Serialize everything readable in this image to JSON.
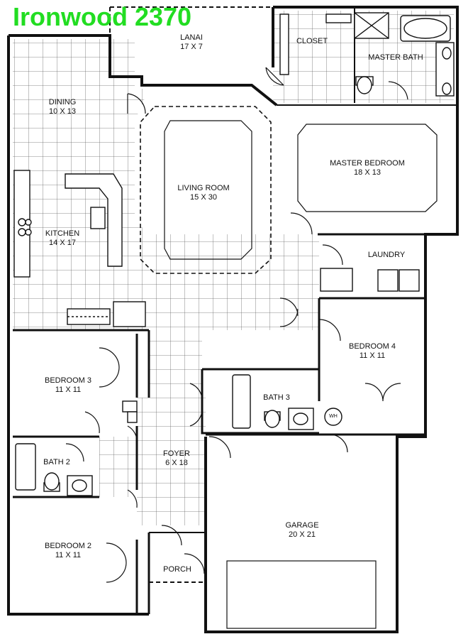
{
  "title": "Ironwood 2370",
  "colors": {
    "title": "#22dd22",
    "wall": "#111111",
    "fill": "#ffffff",
    "grid": "#555555"
  },
  "rooms": {
    "lanai": {
      "name": "LANAI",
      "size": "17 X 7"
    },
    "closet": {
      "name": "CLOSET"
    },
    "master_bath": {
      "name": "MASTER BATH"
    },
    "dining": {
      "name": "DINING",
      "size": "10 X 13"
    },
    "master_bedroom": {
      "name": "MASTER BEDROOM",
      "size": "18 X 13"
    },
    "living_room": {
      "name": "LIVING ROOM",
      "size": "15 X 30"
    },
    "kitchen": {
      "name": "KITCHEN",
      "size": "14 X 17"
    },
    "laundry": {
      "name": "LAUNDRY"
    },
    "bedroom_4": {
      "name": "BEDROOM 4",
      "size": "11 X 11"
    },
    "bedroom_3": {
      "name": "BEDROOM 3",
      "size": "11 X 11"
    },
    "bath_3": {
      "name": "BATH 3"
    },
    "water_heater": {
      "name": "WH"
    },
    "foyer": {
      "name": "FOYER",
      "size": "6 X 18"
    },
    "bath_2": {
      "name": "BATH 2"
    },
    "garage": {
      "name": "GARAGE",
      "size": "20 X 21"
    },
    "bedroom_2": {
      "name": "BEDROOM 2",
      "size": "11 X 11"
    },
    "porch": {
      "name": "PORCH"
    }
  }
}
